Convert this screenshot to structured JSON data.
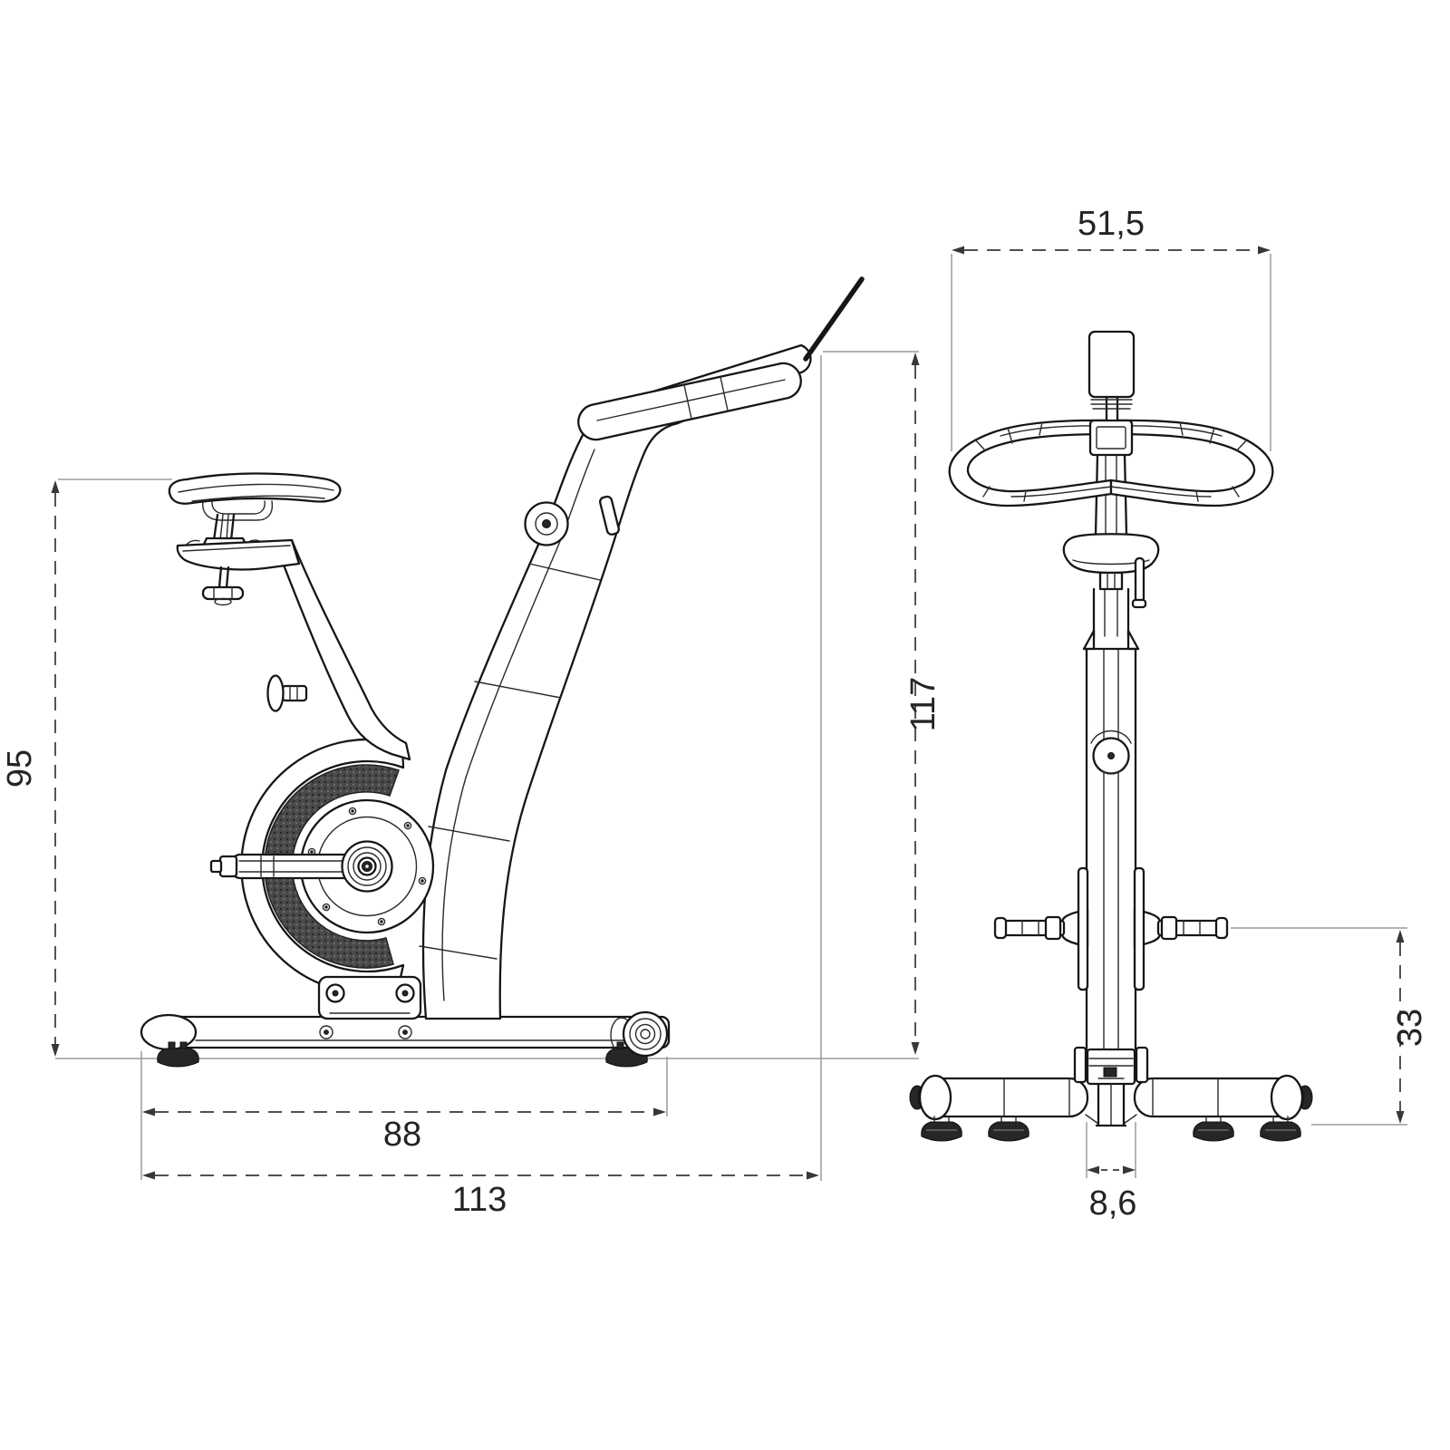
{
  "figure": {
    "kind": "technical dimension drawing",
    "subject": "exercise bike side view and front view",
    "line_color": "#161616",
    "dimension_color": "#373737",
    "extension_color": "#9b9b9b"
  },
  "dims": {
    "saddle_height": "95",
    "base_length": "88",
    "overall_length": "113",
    "handlebar_width": "51,5",
    "overall_height": "117",
    "pedal_height": "33",
    "post_width": "8,6"
  }
}
